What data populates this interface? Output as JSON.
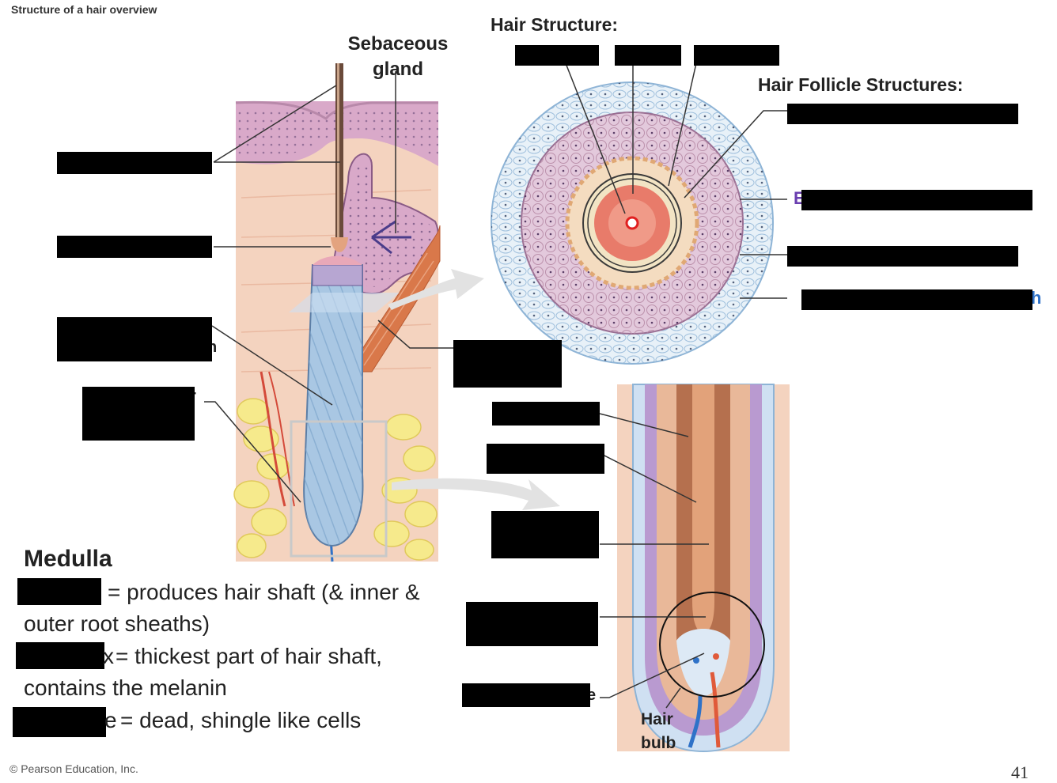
{
  "header": {
    "title": "Structure of a hair overview"
  },
  "labels": {
    "sebaceous_gland": "Sebaceous gland",
    "hair_structure_title": "Hair Structure:",
    "follicle_structures_title": "Hair Follicle Structures:",
    "hair_bulb": "Hair bulb"
  },
  "partial_text": {
    "purple_letter": "E",
    "connective_fragment": "h",
    "left_fragment_1": "n",
    "left_fragment_2": "r",
    "root_fragment": "e"
  },
  "notes": {
    "heading": "Medulla",
    "line1": "= produces hair shaft (& inner &",
    "line2": "outer root sheaths)",
    "line3": "= thickest part of hair shaft,",
    "line4": "contains the melanin",
    "line5": "= dead, shingle like cells",
    "line3_fragment": "x",
    "line5_fragment": "e"
  },
  "footer": {
    "copyright": "© Pearson Education, Inc.",
    "page_number": "41"
  },
  "colors": {
    "skin": "#f4d3bf",
    "epidermis": "#d9a9c9",
    "fat": "#f6ea8c",
    "follicle_blue": "#a9c7e3",
    "muscle": "#d9784a",
    "hair": "#9a6a4a",
    "accent_purple": "#6a3fb0",
    "accent_blue": "#2f72c8"
  }
}
